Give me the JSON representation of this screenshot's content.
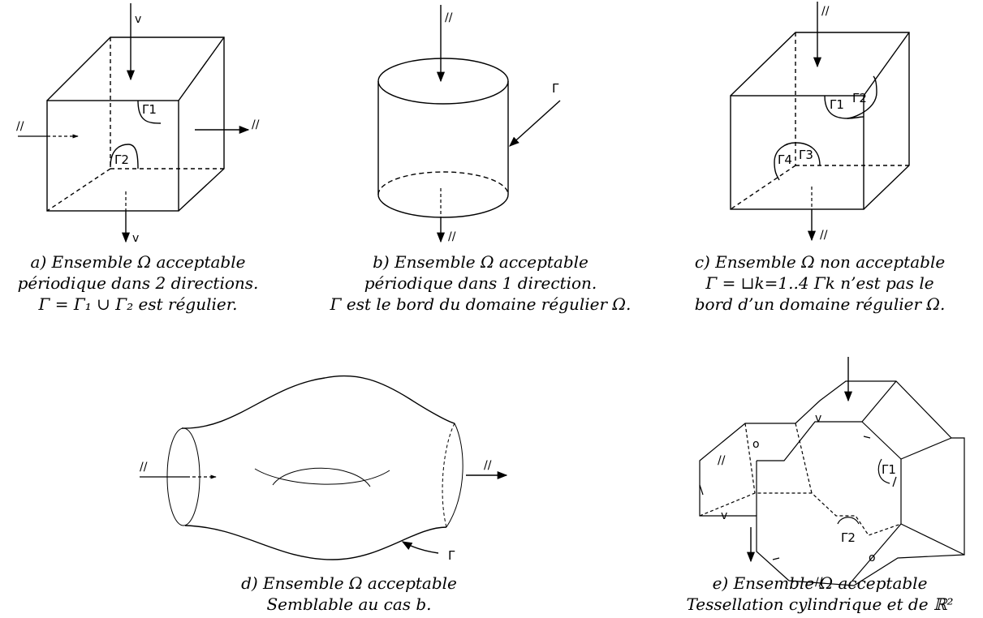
{
  "marks": {
    "v": "v",
    "periodic": "//",
    "o": "o",
    "gamma": "Γ",
    "gamma1": "Γ1",
    "gamma2": "Γ2",
    "gamma3": "Γ3",
    "gamma4": "Γ4"
  },
  "captions": {
    "a": {
      "line1": "a) Ensemble Ω acceptable",
      "line2": "périodique dans 2 directions.",
      "line3": "Γ = Γ₁ ∪ Γ₂  est régulier."
    },
    "b": {
      "line1": "b) Ensemble Ω acceptable",
      "line2": "périodique dans 1 direction.",
      "line3": "Γ est le bord du domaine régulier Ω."
    },
    "c": {
      "line1": "c) Ensemble Ω non acceptable",
      "line2": "Γ = ⊔k=1..4 Γk  n’est pas le",
      "line3": "bord d’un domaine régulier Ω."
    },
    "d": {
      "line1": "d) Ensemble Ω acceptable",
      "line2": "Semblable au cas b."
    },
    "e": {
      "line1": "e) Ensemble Ω acceptable",
      "line2": "Tessellation cylindrique et de ℝ²"
    }
  }
}
